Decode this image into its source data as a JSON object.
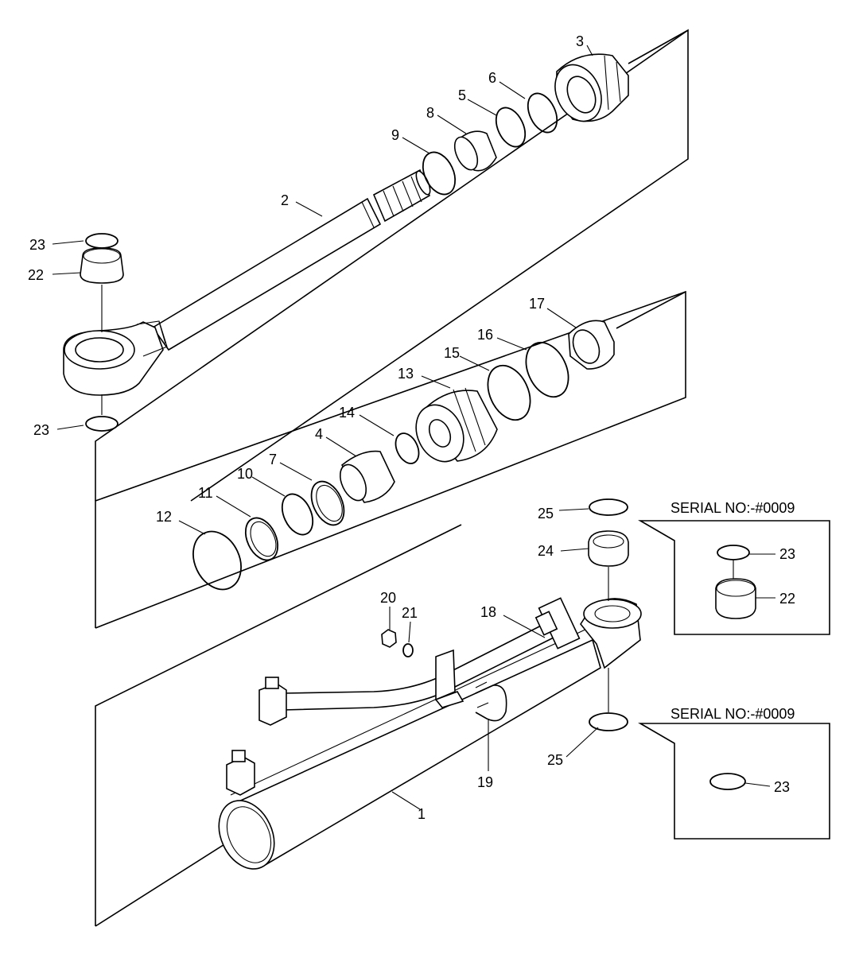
{
  "diagram": {
    "callouts": {
      "p1": "1",
      "p2": "2",
      "p3": "3",
      "p4": "4",
      "p5": "5",
      "p6": "6",
      "p7": "7",
      "p8": "8",
      "p9": "9",
      "p10": "10",
      "p11": "11",
      "p12": "12",
      "p13": "13",
      "p14": "14",
      "p15": "15",
      "p16": "16",
      "p17": "17",
      "p18": "18",
      "p19": "19",
      "p20": "20",
      "p21": "21",
      "p22a": "22",
      "p22b": "22",
      "p23a": "23",
      "p23b": "23",
      "p23c": "23",
      "p23d": "23",
      "p24": "24",
      "p25a": "25",
      "p25b": "25"
    },
    "serial_notes": {
      "top": "SERIAL NO:-#0009",
      "bottom": "SERIAL NO:-#0009"
    }
  }
}
